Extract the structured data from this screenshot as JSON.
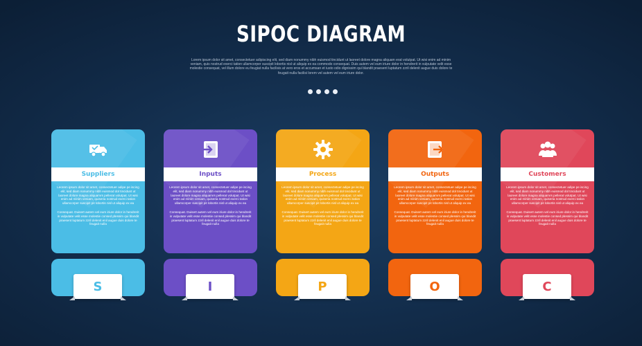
{
  "header": {
    "title": "SIPOC DIAGRAM",
    "subtitle": "Lorem ipsum dolor sit amet, consectetuer adipiscing elit, sed diam nonummy nibh euismod tincidunt ut laoreet dolore magna aliquam erat volutpat. Ut wisi enim ad minim veniam, quis nostrud exerci tation ullamcorper suscipit lobortis nisl ut aliquip ex ea commodo consequat. Duis autem vel eum iriure dolor in hendrerit in vulputate velit esse molestie consequat, vel illum dolore eu feugiat nulla facilisis at vero eros et accumsan et iusto odio dignissim qui blandit praesent luptatum zzril delenit augue duis dolore te feugait nulla facilisi lorem vel autem vel eum iriure dolor."
  },
  "pagination": {
    "dots": 4
  },
  "columns": [
    {
      "label": "Suppliers",
      "letter": "S",
      "color": "#4bbde6",
      "icon": "delivery-truck-icon",
      "para1": "Leorem ipsum dolor sit amet, consectetuer adipe pe iscing elit, sed diam nonummy nibh euismod dol tincidunt ut laoreet dolore magna aliquamrs pellerat volutpat. Ut wisi enim ad minim veniam, quiseria nostrud exerci tation ullamcorper suscipit pit lobortis nisl ut aliquip ex ea",
      "para2": "Consequat. Duisert autem vel eum iriure dolor in hendrerit in vulputate velit esse molestie consed plessim qui blandit praesent luptatum zzril delenit enil augue duis dolore te feugait nulla"
    },
    {
      "label": "Inputs",
      "letter": "I",
      "color": "#6c4fc6",
      "icon": "sign-in-icon",
      "para1": "Leorem ipsum dolor sit amet, consectetuer adipe pe iscing elit, sed diam nonummy nibh euismod dol tincidunt ut laoreet dolore magna aliquamrs pellerat volutpat. Ut wisi enim ad minim veniam, quiseria nostrud exerci tation ullamcorper suscipit pit lobortis nisl ut aliquip ex ea",
      "para2": "Consequat. Duisert autem vel eum iriure dolor in hendrerit in vulputate velit esse molestie consed plessim qui blandit praesent luptatum zzril delenit enil augue duis dolore te feugait nulla"
    },
    {
      "label": "Process",
      "letter": "P",
      "color": "#f4a615",
      "icon": "gear-icon",
      "para1": "Leorem ipsum dolor sit amet, consectetuer adipe pe iscing elit, sed diam nonummy nibh euismod dol tincidunt ut laoreet dolore magna aliquamrs pellerat volutpat. Ut wisi enim ad minim veniam, quiseria nostrud exerci tation ullamcorper suscipit pit lobortis nisl ut aliquip ex ea",
      "para2": "Consequat. Duisert autem vel eum iriure dolor in hendrerit in vulputate velit esse molestie consed plessim qui blandit praesent luptatum zzril delenit enil augue duis dolore te feugait nulla"
    },
    {
      "label": "Outputs",
      "letter": "O",
      "color": "#f2650f",
      "icon": "sign-out-icon",
      "para1": "Leorem ipsum dolor sit amet, consectetuer adipe pe iscing elit, sed diam nonummy nibh euismod dol tincidunt ut laoreet dolore magna aliquamrs pellerat volutpat. Ut wisi enim ad minim veniam, quiseria nostrud exerci tation ullamcorper suscipit pit lobortis nisl ut aliquip ex ea",
      "para2": "Consequat. Duisert autem vel eum iriure dolor in hendrerit in vulputate velit esse molestie consed plessim qui blandit praesent luptatum zzril delenit enil augue duis dolore te feugait nulla"
    },
    {
      "label": "Customers",
      "letter": "C",
      "color": "#e0475a",
      "icon": "users-group-icon",
      "para1": "Leorem ipsum dolor sit amet, consectetuer adipe pe iscing elit, sed diam nonummy nibh euismod dol tincidunt ut laoreet dolore magna aliquamrs pellerat volutpat. Ut wisi enim ad minim veniam, quiseria nostrud exerci tation ullamcorper suscipit pit lobortis nisl ut aliquip ex ea",
      "para2": "Consequat. Duisert autem vel eum iriure dolor in hendrerit in vulputate velit esse molestie consed plessim qui blandit praesent luptatum zzril delenit enil augue duis dolore te feugait nulla"
    }
  ]
}
